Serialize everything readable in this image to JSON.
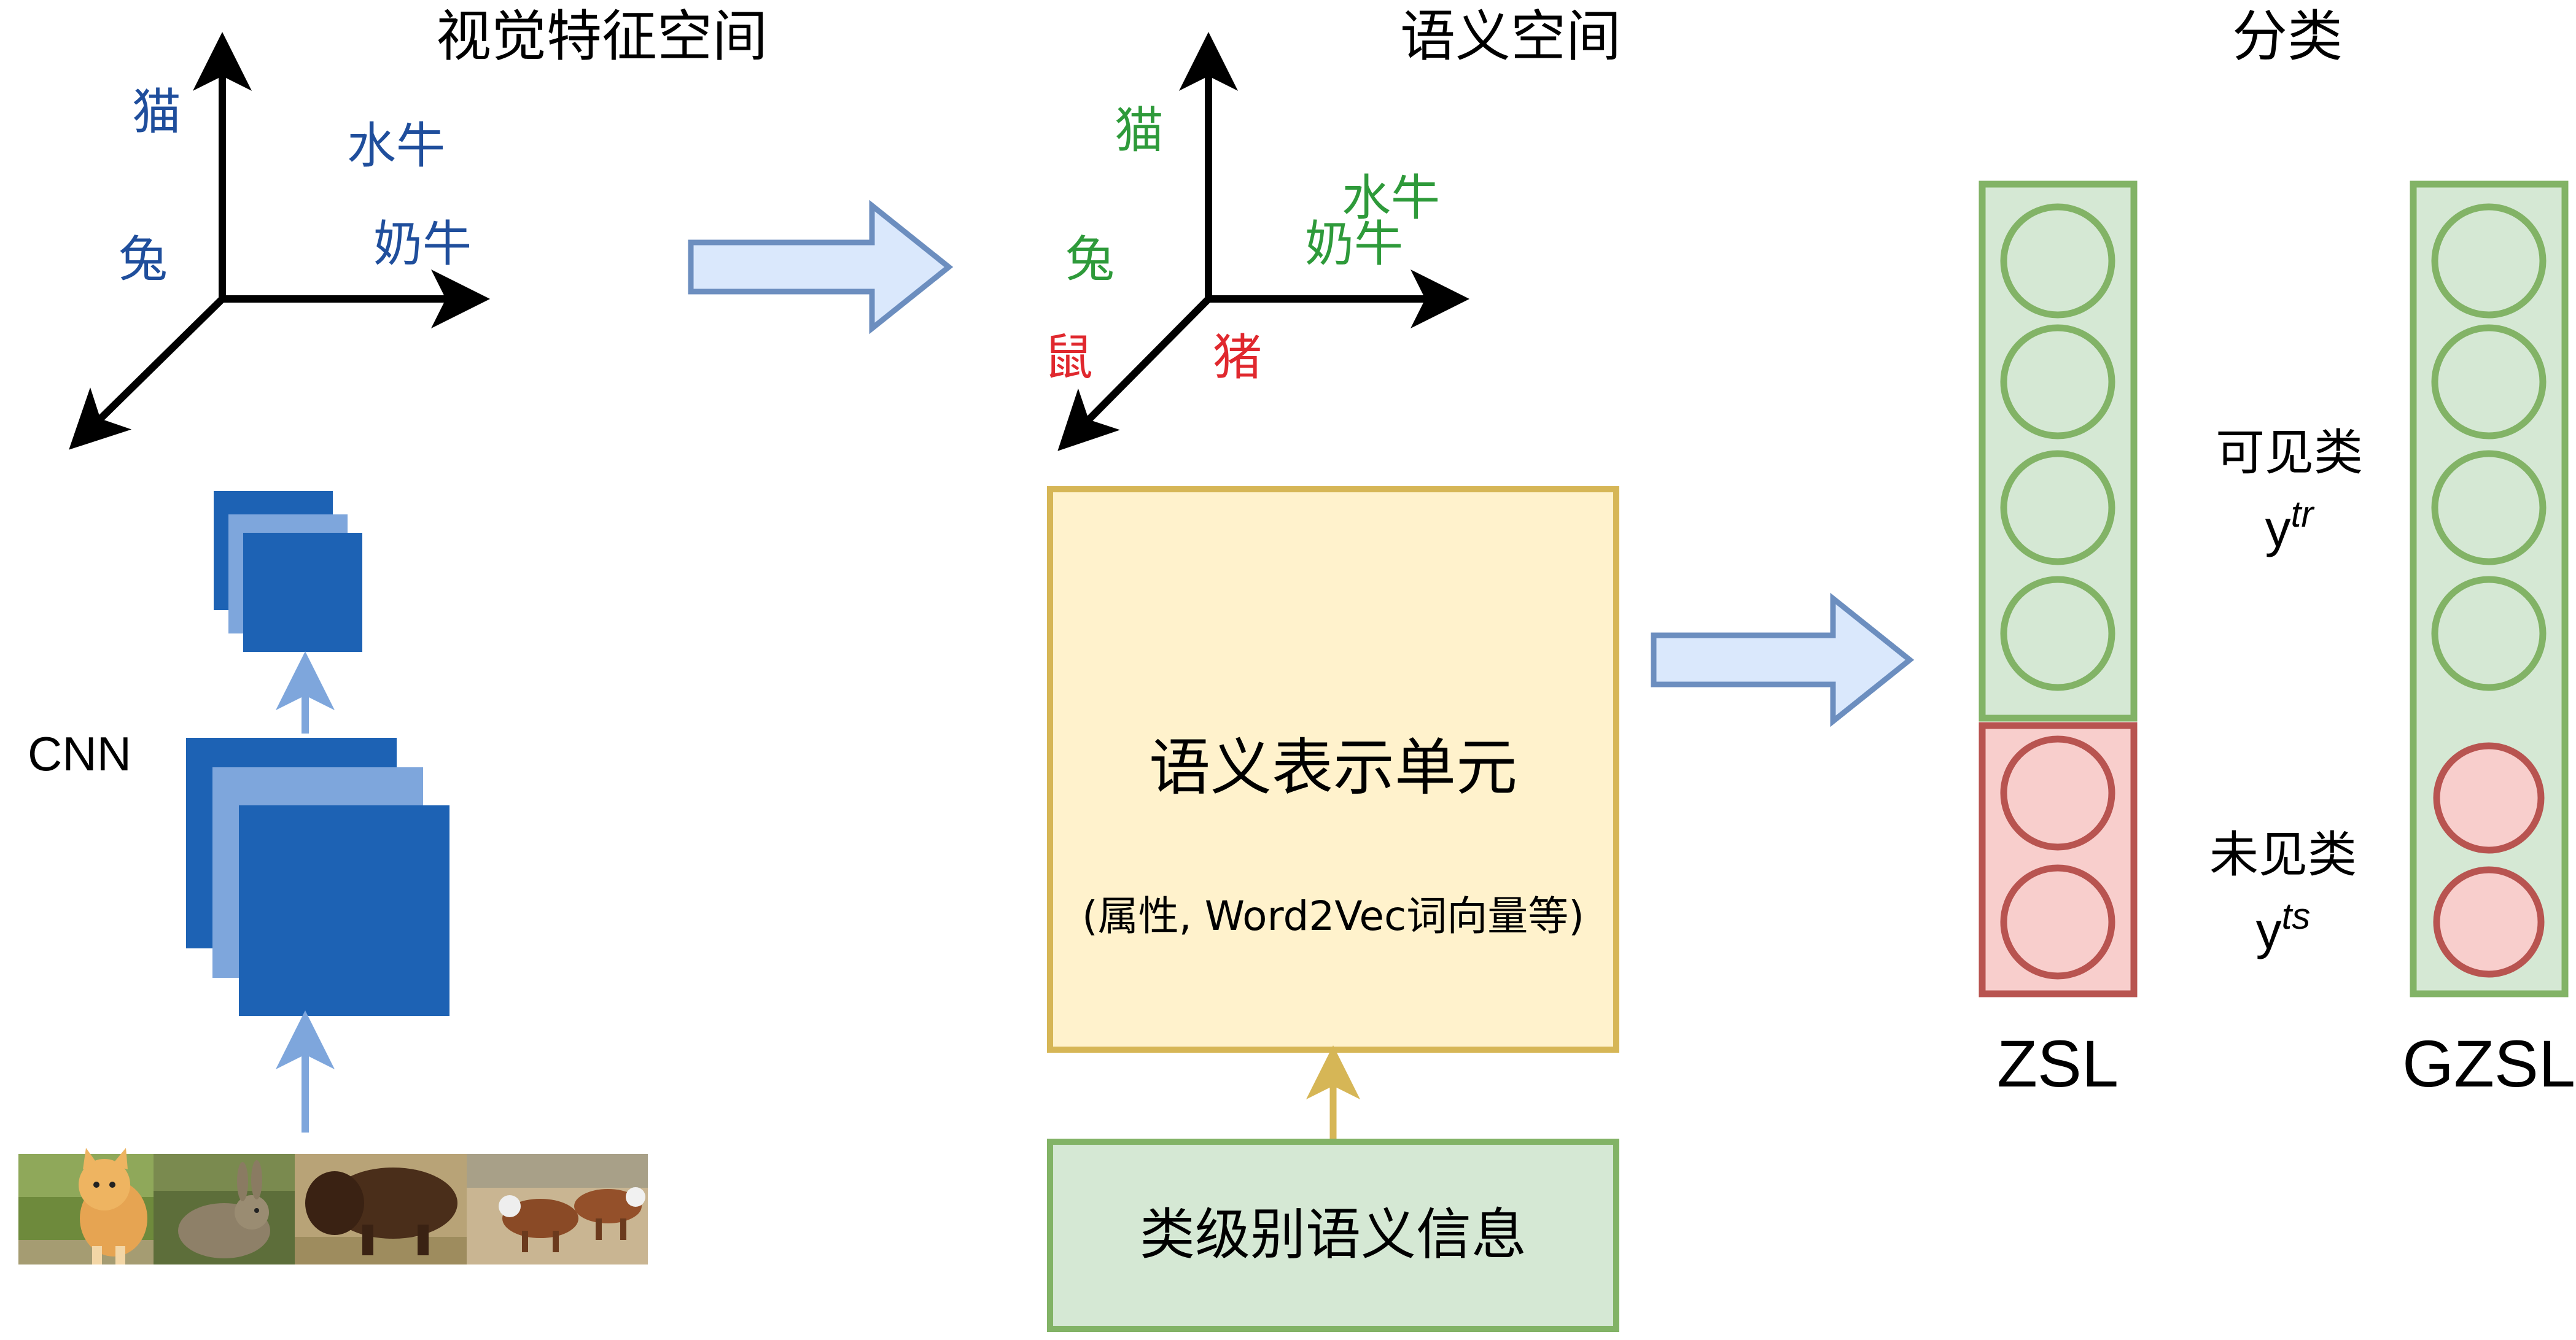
{
  "sections": {
    "visual_space_title": "视觉特征空间",
    "semantic_space_title": "语义空间",
    "classification_title": "分类"
  },
  "visual_space": {
    "labels": {
      "cat": "猫",
      "buffalo": "水牛",
      "rabbit": "兔",
      "cow": "奶牛"
    }
  },
  "semantic_space": {
    "labels": {
      "cat": "猫",
      "buffalo": "水牛",
      "rabbit": "兔",
      "cow": "奶牛",
      "mouse": "鼠",
      "pig": "猪"
    }
  },
  "cnn": {
    "label": "CNN"
  },
  "semantic_unit": {
    "title": "语义表示单元",
    "subtitle": "(属性, Word2Vec词向量等)"
  },
  "class_info": {
    "label": "类级别语义信息"
  },
  "classification": {
    "seen": {
      "label": "可见类",
      "symbol": "y",
      "superscript": "tr"
    },
    "unseen": {
      "label": "未见类",
      "symbol": "y",
      "superscript": "ts"
    },
    "zsl_label": "ZSL",
    "gzsl_label": "GZSL"
  },
  "colors": {
    "visual_label": "#1f4e9c",
    "semantic_seen_label": "#2e9a3a",
    "semantic_unseen_label": "#e0282e",
    "seen_fill": "#d5e8d4",
    "seen_stroke": "#82b366",
    "unseen_fill": "#f8cecc",
    "unseen_stroke": "#b85450",
    "unit_fill": "#fff2cc",
    "unit_stroke": "#d6b656",
    "flow_arrow_fill": "#dae8fc",
    "flow_arrow_stroke": "#6c8ebf",
    "cnn_dark": "#1d62b4",
    "cnn_light": "#7ea6dc"
  },
  "icons": [
    "cat-photo",
    "rabbit-photo",
    "buffalo-photo",
    "cows-photo"
  ]
}
